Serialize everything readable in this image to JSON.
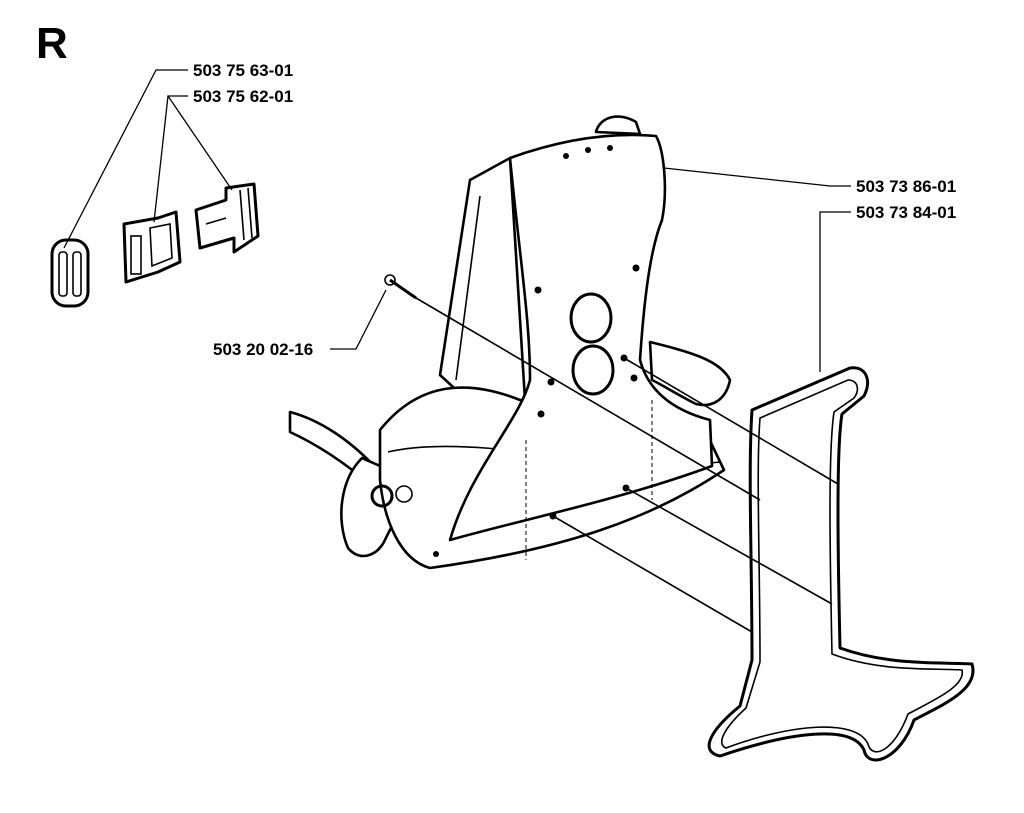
{
  "diagram": {
    "section_letter": "R",
    "parts": [
      {
        "number": "503 75 63-01"
      },
      {
        "number": "503 75 62-01"
      },
      {
        "number": "503 73 86-01"
      },
      {
        "number": "503 73 84-01"
      },
      {
        "number": "503 20 02-16"
      }
    ]
  }
}
